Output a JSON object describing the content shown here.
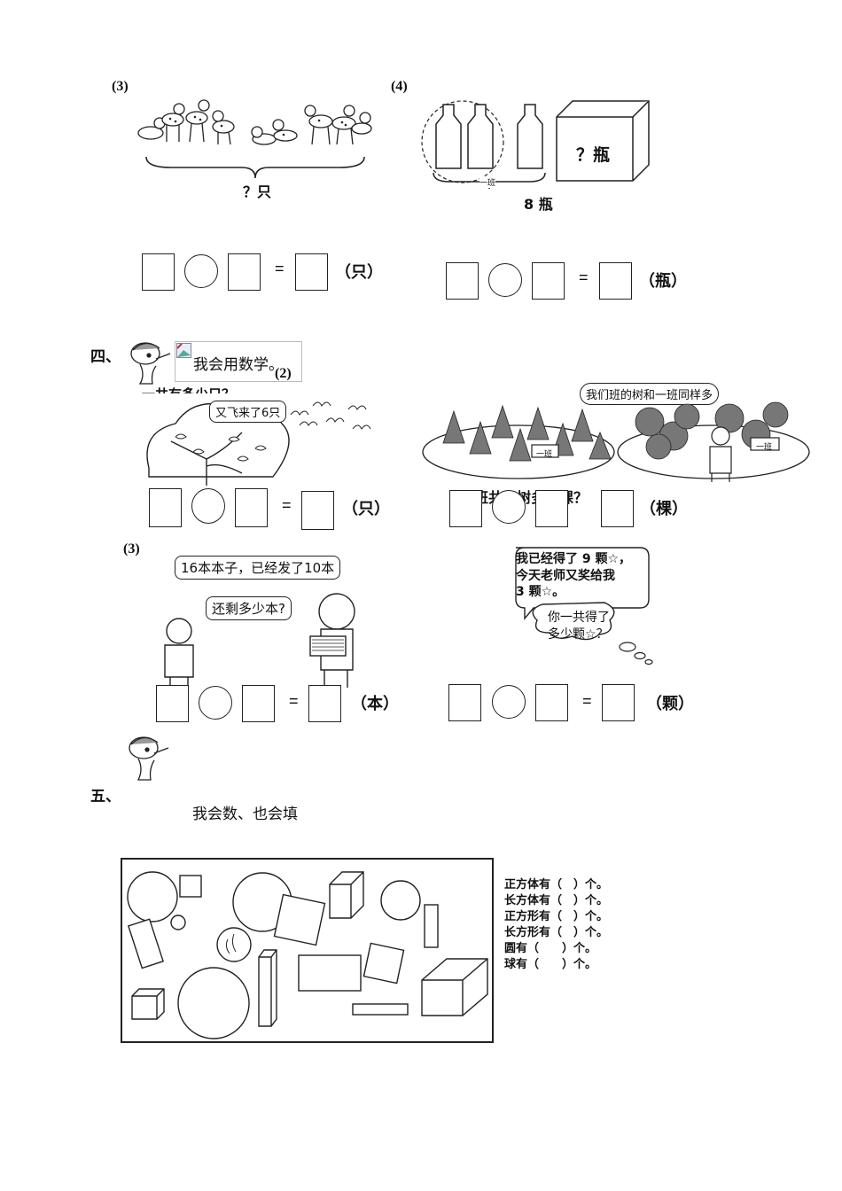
{
  "section3": {
    "p3": {
      "label": "(3)",
      "caption": "？只",
      "unit": "（只）",
      "equals": "="
    },
    "p4": {
      "label": "(4)",
      "box_text": "？瓶",
      "small_tag": "一班",
      "caption": "8 瓶",
      "unit": "（瓶）",
      "equals": "="
    }
  },
  "section4": {
    "num": "四、",
    "title": "我会用数学。",
    "sub1_label": "(2)",
    "partial_text": "一共有多少只？",
    "bird_bubble": "又飞来了6只",
    "bird_unit": "（只）",
    "tree_bubble": "我们班的树和一班同样多",
    "tree_sign1": "一班",
    "tree_sign2": "一班",
    "tree_question": "两班共有树多少棵？",
    "tree_unit": "（棵）",
    "sub3_label": "(3)",
    "book_bubble1": "16本本子，已经发了10本",
    "book_bubble2": "还剩多少本?",
    "book_unit": "（本）",
    "star_line1": "我已经得了 9 颗☆，",
    "star_line2": "今天老师又奖给我",
    "star_line3": "3 颗☆。",
    "star_q1": "你一共得了",
    "star_q2": "多少颗☆？",
    "star_unit": "（颗）",
    "equals": "="
  },
  "section5": {
    "num": "五、",
    "title": "我会数、也会填",
    "questions": [
      "正方体有（　）个。",
      "长方体有（　）个。",
      "正方形有（　）个。",
      "长方形有（　）个。",
      "圆有（　　）个。",
      "球有（　　）个。"
    ]
  }
}
